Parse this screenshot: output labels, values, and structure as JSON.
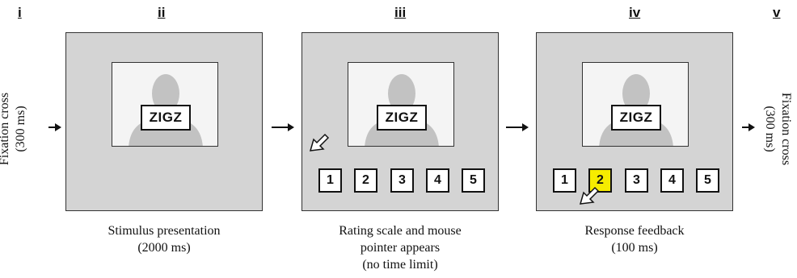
{
  "steps": [
    {
      "label": "i"
    },
    {
      "label": "ii"
    },
    {
      "label": "iii"
    },
    {
      "label": "iv"
    },
    {
      "label": "v"
    }
  ],
  "fixation_left": {
    "line1": "Fixation cross",
    "line2": "(300 ms)"
  },
  "fixation_right": {
    "line1": "Fixation cross",
    "line2": "(300 ms)"
  },
  "panels": [
    {
      "word": "ZIGZ",
      "caption_lines": [
        "Stimulus presentation",
        "(2000 ms)"
      ]
    },
    {
      "word": "ZIGZ",
      "caption_lines": [
        "Rating scale and mouse",
        "pointer appears",
        "(no time limit)"
      ],
      "scale": [
        "1",
        "2",
        "3",
        "4",
        "5"
      ]
    },
    {
      "word": "ZIGZ",
      "caption_lines": [
        "Response feedback",
        "(100 ms)"
      ],
      "scale": [
        "1",
        "2",
        "3",
        "4",
        "5"
      ],
      "selected": "2"
    }
  ],
  "colors": {
    "panel_bg": "#d4d4d4",
    "highlight": "#f6ec00",
    "silhouette": "#c2c2c2"
  }
}
